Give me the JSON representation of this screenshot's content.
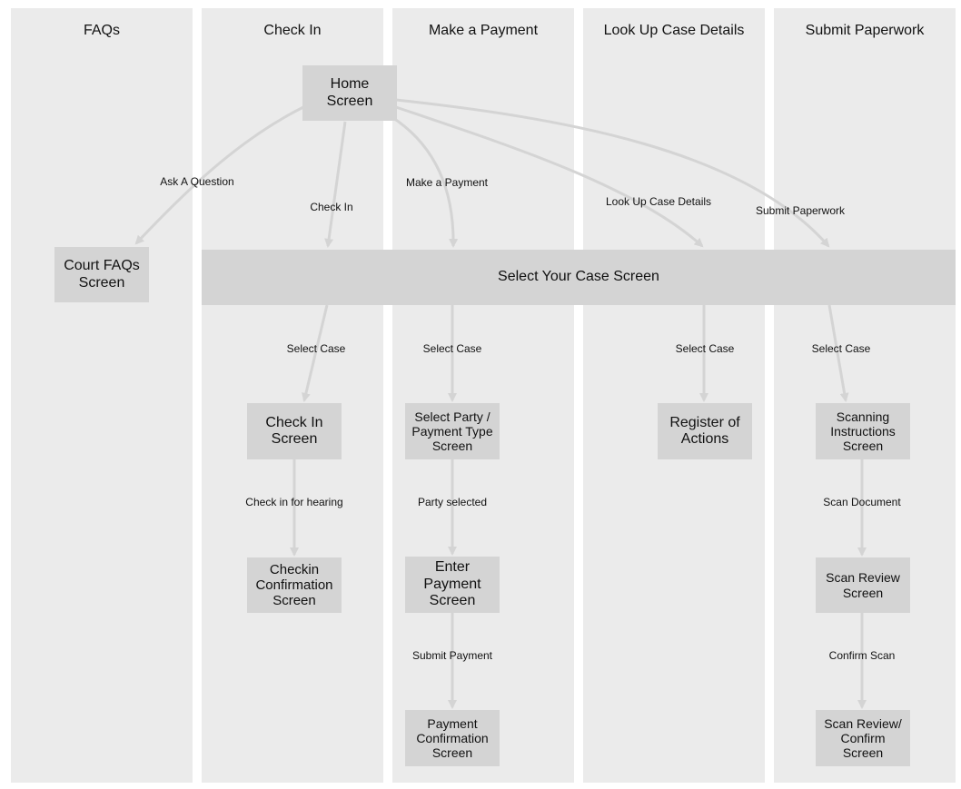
{
  "lanes": {
    "faqs": "FAQs",
    "checkin": "Check In",
    "payment": "Make a Payment",
    "lookup": "Look Up Case Details",
    "paperwork": "Submit Paperwork"
  },
  "nodes": {
    "home": "Home\nScreen",
    "court_faqs": "Court FAQs\nScreen",
    "select_case": "Select Your Case Screen",
    "checkin_screen": "Check In\nScreen",
    "checkin_confirm": "Checkin\nConfirmation\nScreen",
    "select_party": "Select Party /\nPayment Type\nScreen",
    "enter_payment": "Enter\nPayment\nScreen",
    "payment_confirm": "Payment\nConfirmation\nScreen",
    "register_actions": "Register of\nActions",
    "scanning_instructions": "Scanning\nInstructions\nScreen",
    "scan_review": "Scan Review\nScreen",
    "scan_review_confirm": "Scan Review/\nConfirm\nScreen"
  },
  "edges": {
    "ask_question": "Ask A Question",
    "check_in": "Check In",
    "make_payment": "Make a Payment",
    "look_up": "Look Up Case Details",
    "submit_paperwork": "Submit Paperwork",
    "select_case_checkin": "Select Case",
    "select_case_payment": "Select Case",
    "select_case_lookup": "Select Case",
    "select_case_paperwork": "Select Case",
    "check_in_hearing": "Check in for hearing",
    "party_selected": "Party selected",
    "submit_payment": "Submit Payment",
    "scan_document": "Scan Document",
    "confirm_scan": "Confirm Scan"
  }
}
